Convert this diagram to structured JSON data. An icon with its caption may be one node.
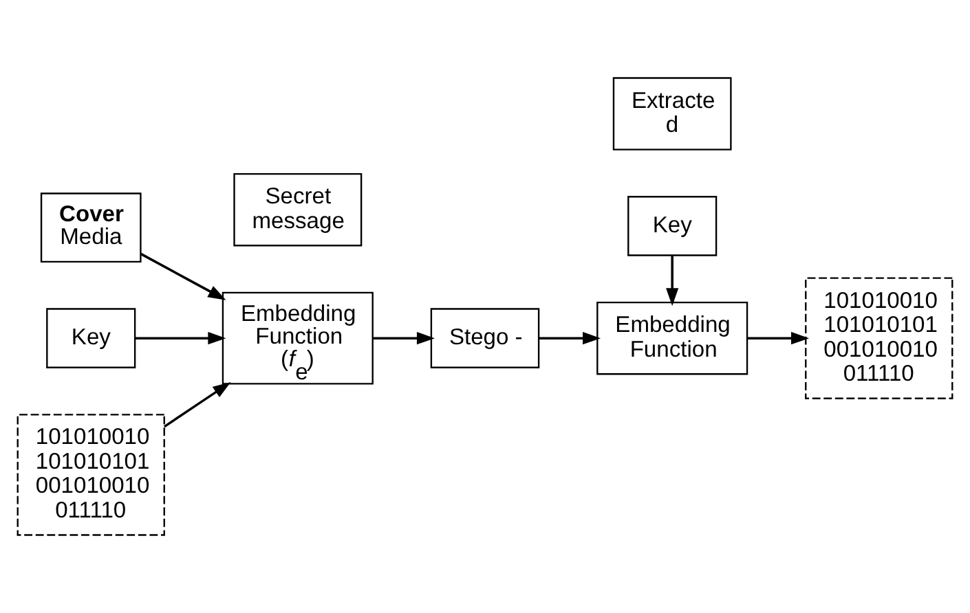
{
  "diagram": {
    "nodes": [
      {
        "text": [
          "**Cover** Media"
        ]
      },
      {
        "text": [
          "Key"
        ]
      },
      {
        "text": [
          "Embedding Function (*f*$_{e}$)"
        ]
      },
      {
        "text": [
          "Stego -"
        ]
      },
      {
        "text": [
          "Key"
        ]
      },
      {
        "text": [
          "Embedding Function"
        ]
      },
      {
        "text": [
          "101010010 101010101 001010010 011110"
        ]
      },
      {
        "text": [
          "Secret message"
        ]
      },
      {
        "text": [
          "Extracte d"
        ]
      },
      {
        "text": [
          "101010010 101010101 001010010 011110"
        ]
      }
    ],
    "edges": [
      {
        "from": 0,
        "to": 2,
        "arrow": "to"
      },
      {
        "from": 1,
        "to": 2,
        "arrow": "to"
      },
      {
        "from": 6,
        "to": 2,
        "arrow": "to"
      },
      {
        "from": 2,
        "to": 3,
        "arrow": "to"
      },
      {
        "from": 3,
        "to": 5,
        "arrow": "to"
      },
      {
        "from": 4,
        "to": 5,
        "arrow": "to"
      },
      {
        "from": 5,
        "to": 9,
        "arrow": "to"
      }
    ]
  }
}
